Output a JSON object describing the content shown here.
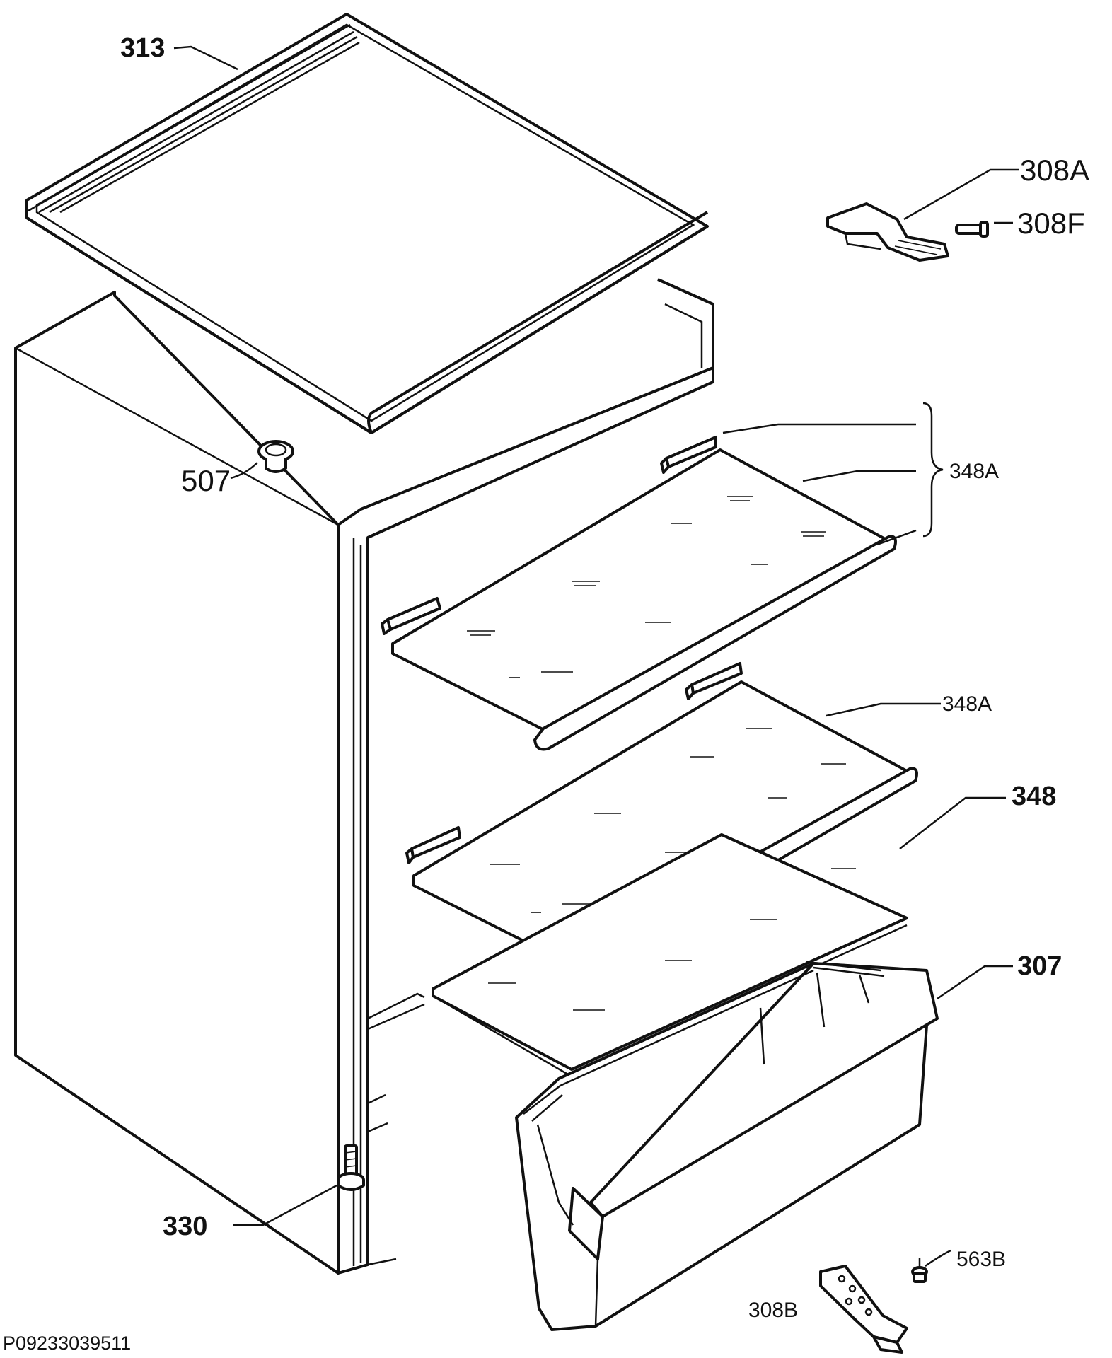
{
  "labels": {
    "top_cover": "313",
    "hinge_top": "308A",
    "hinge_pin": "308F",
    "plug": "507",
    "shelf_group": "348A",
    "shelf_middle": "348A",
    "glass_plate": "348",
    "crisper": "307",
    "foot": "330",
    "bushing": "563B",
    "hinge_bottom": "308B"
  },
  "drawing_code": "P09233039511"
}
